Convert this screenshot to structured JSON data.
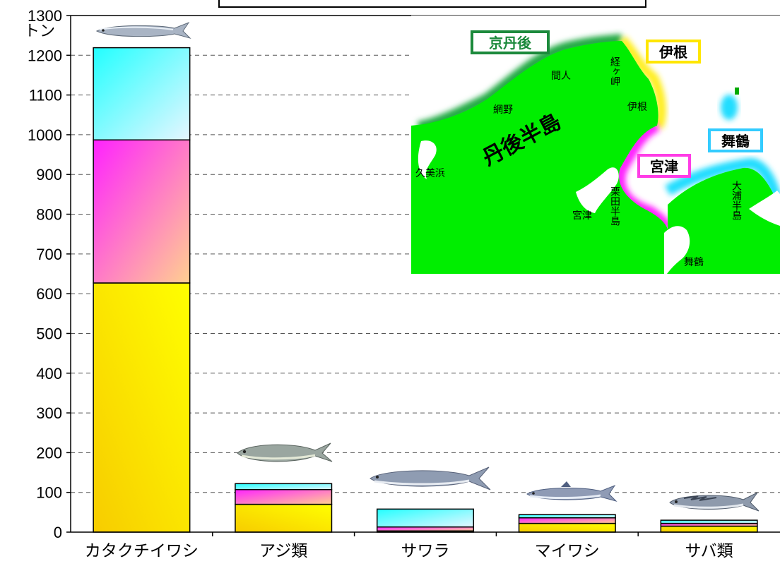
{
  "chart_data": {
    "type": "bar",
    "stacked": true,
    "title": "",
    "xlabel": "",
    "ylabel": "",
    "y_unit": "トン",
    "ylim": [
      0,
      1300
    ],
    "y_ticks": [
      0,
      100,
      200,
      300,
      400,
      500,
      600,
      700,
      800,
      900,
      1000,
      1100,
      1200,
      1300
    ],
    "grid": "horizontal-dashed",
    "categories": [
      "カタクチイワシ",
      "アジ類",
      "サワラ",
      "マイワシ",
      "サバ類"
    ],
    "series": [
      {
        "name": "伊根",
        "color": "#ffe600",
        "values": [
          627,
          70,
          3,
          22,
          15
        ]
      },
      {
        "name": "宮津",
        "color": "#ff3ce6",
        "values": [
          360,
          37,
          10,
          14,
          7
        ]
      },
      {
        "name": "舞鶴",
        "color": "#33ffff",
        "values": [
          232,
          15,
          45,
          8,
          8
        ]
      }
    ]
  },
  "map": {
    "regions": [
      {
        "label": "京丹後",
        "color": "#1c8a3c"
      },
      {
        "label": "伊根",
        "color": "#ffe600"
      },
      {
        "label": "宮津",
        "color": "#ff3ce6"
      },
      {
        "label": "舞鶴",
        "color": "#33ccff"
      }
    ],
    "place_names": {
      "peninsula": "丹後半島",
      "kyoga": "経ヶ岬",
      "taiza": "間人",
      "amino": "網野",
      "ine": "伊根",
      "kumihama": "久美浜",
      "miyazu_city": "宮津",
      "kurita": "栗田半島",
      "oura": "大浦半島",
      "maizuru_city": "舞鶴"
    }
  }
}
